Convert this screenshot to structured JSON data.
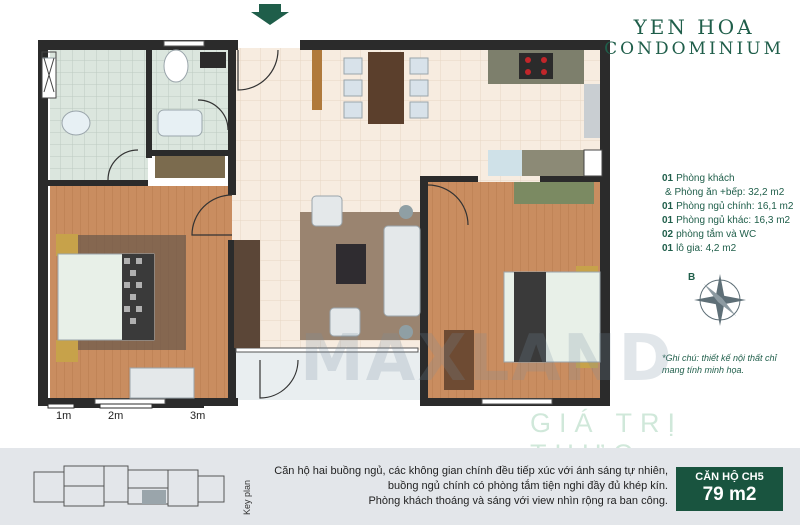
{
  "brand": {
    "line1": "YEN HOA",
    "line2": "CONDOMINIUM"
  },
  "rooms": [
    {
      "count": "01",
      "text": "Phòng khách"
    },
    {
      "count": "",
      "text": "& Phòng ăn +bếp: 32,2 m2"
    },
    {
      "count": "01",
      "text": "Phòng ngủ chính: 16,1 m2"
    },
    {
      "count": "01",
      "text": "Phòng ngủ khác: 16,3 m2"
    },
    {
      "count": "02",
      "text": "phòng tắm và WC"
    },
    {
      "count": "01",
      "text": "lô gia: 4,2 m2"
    }
  ],
  "compass_label": "B",
  "note": "*Ghi chú: thiết kế nội thất chỉ mang tính minh họa.",
  "scale": [
    "1m",
    "2m",
    "3m"
  ],
  "watermark": {
    "main": "MAXLAND",
    "sub": "GIÁ TRỊ THỰC"
  },
  "footer": {
    "lines": [
      "Căn hộ hai buồng ngủ, các không gian chính đều tiếp xúc với ánh sáng tự nhiên,",
      "buồng ngủ chính có phòng tắm tiện nghi đầy đủ khép kín.",
      "Phòng khách thoáng và sáng với view nhìn rộng ra ban công."
    ],
    "keyplan_label": "Key plan"
  },
  "unit": {
    "code": "CĂN HỘ CH5",
    "area": "79 m2"
  },
  "colors": {
    "accent": "#1f5e4a",
    "wall": "#2b2b2b",
    "wood": "#c98d60",
    "tile": "#f7ece0"
  }
}
